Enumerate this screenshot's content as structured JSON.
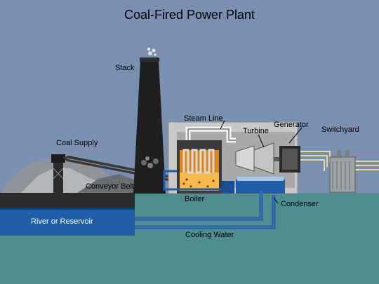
{
  "diagram": {
    "title": "Coal-Fired Power Plant",
    "labels": {
      "stack": "Stack",
      "steam_line": "Steam Line",
      "generator": "Generator",
      "turbine": "Turbine",
      "switchyard": "Switchyard",
      "coal_supply": "Coal Supply",
      "conveyor_belt": "Conveyor Belt",
      "boiler": "Boiler",
      "condenser": "Condenser",
      "river_or_reservoir": "River or Reservoir",
      "cooling_water": "Cooling Water"
    }
  },
  "colors": {
    "sky": "#7b8fb0",
    "ground": "#3c5046",
    "water": "#4e8e8e",
    "river": "#1f5fa8",
    "building": "#c8c8c8",
    "stack": "#1f1f1f",
    "fire": "#e0861e",
    "pipe_blue": "#1f5fa8",
    "power_lines": "#e8d890"
  }
}
